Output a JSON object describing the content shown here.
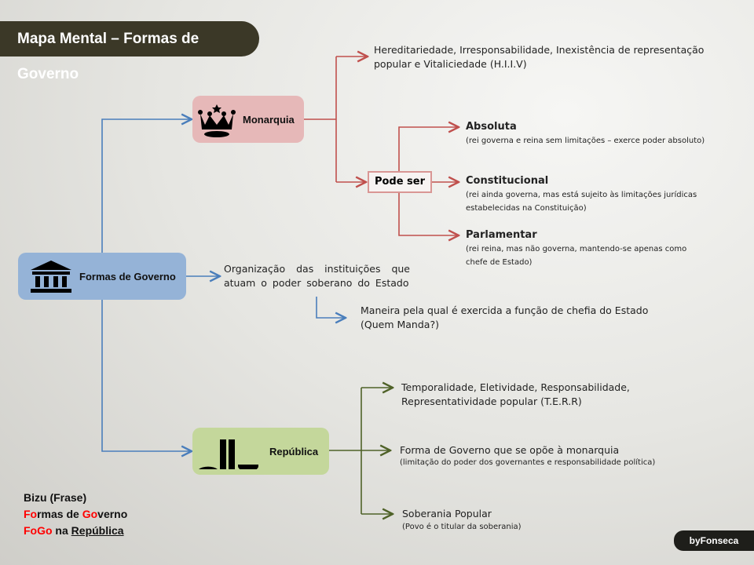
{
  "title": "Mapa Mental – Formas de Governo",
  "root": {
    "label": "Formas de Governo",
    "icon": "bank-icon"
  },
  "definition": "Organização das instituições que atuam o poder soberano do Estado",
  "definition2": "Maneira pela qual é exercida a função de chefia do Estado (Quem Manda?)",
  "monarquia": {
    "label": "Monarquia",
    "icon": "crown-icon",
    "traits": "Hereditariedade, Irresponsabilidade, Inexistência de representação popular e Vitaliciedade (H.I.I.V)",
    "pode_ser": "Pode ser",
    "types": [
      {
        "name": "Absoluta",
        "desc": "(rei governa e reina sem limitações – exerce poder absoluto)"
      },
      {
        "name": "Constitucional",
        "desc": "(rei ainda governa, mas está sujeito às limitações jurídicas estabelecidas na Constituição)"
      },
      {
        "name": "Parlamentar",
        "desc": "(rei reina, mas não governa, mantendo-se apenas como chefe de Estado)"
      }
    ]
  },
  "republica": {
    "label": "República",
    "icon": "congress-icon",
    "traits": "Temporalidade, Eletividade, Responsabilidade, Representatividade popular (T.E.R.R)",
    "oposicao": "Forma de Governo que se opõe à monarquia",
    "oposicao_desc": "(limitação do poder dos governantes e responsabilidade política)",
    "soberania": "Soberania Popular",
    "soberania_desc": "(Povo é o titular da soberania)"
  },
  "bizu": {
    "title": "Bizu (Frase)",
    "l2a": "Fo",
    "l2b": "rmas de ",
    "l2c": "Go",
    "l2d": "verno",
    "l3a": "FoGo",
    "l3b": " na ",
    "l3c": "República"
  },
  "credit": "byFonseca",
  "colors": {
    "blue": "#4a7ebb",
    "red": "#c0504d",
    "olive": "#4f6228"
  }
}
